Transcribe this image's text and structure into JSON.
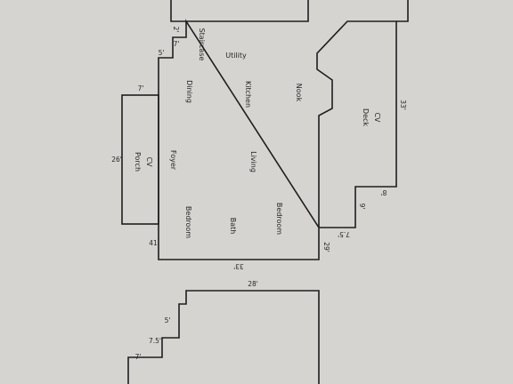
{
  "rooms": {
    "staircase": "Staircase",
    "utility": "Utility",
    "dining": "Dining",
    "kitchen": "Kitchen",
    "nook": "Nook",
    "cv_deck_1": "CV",
    "cv_deck_2": "Deck",
    "cv_porch_1": "CV",
    "cv_porch_2": "Porch",
    "foyer": "Foyer",
    "living": "Living",
    "bedroom_left": "Bedroom",
    "bath": "Bath",
    "bedroom_right": "Bedroom"
  },
  "dimensions": {
    "top_left_2": "2'",
    "top_left_7": "7'",
    "left_5": "5'",
    "porch_width": "7'",
    "porch_length": "26'",
    "main_left": "41'",
    "bottom": "33'",
    "right_29": "29'",
    "step_7_5": "7.5'",
    "step_9": "9'",
    "step_8": "8'",
    "right_33": "33'",
    "lower_top": "28'",
    "lower_5": "5'",
    "lower_7_5": "7.5'",
    "lower_7": "7'"
  }
}
